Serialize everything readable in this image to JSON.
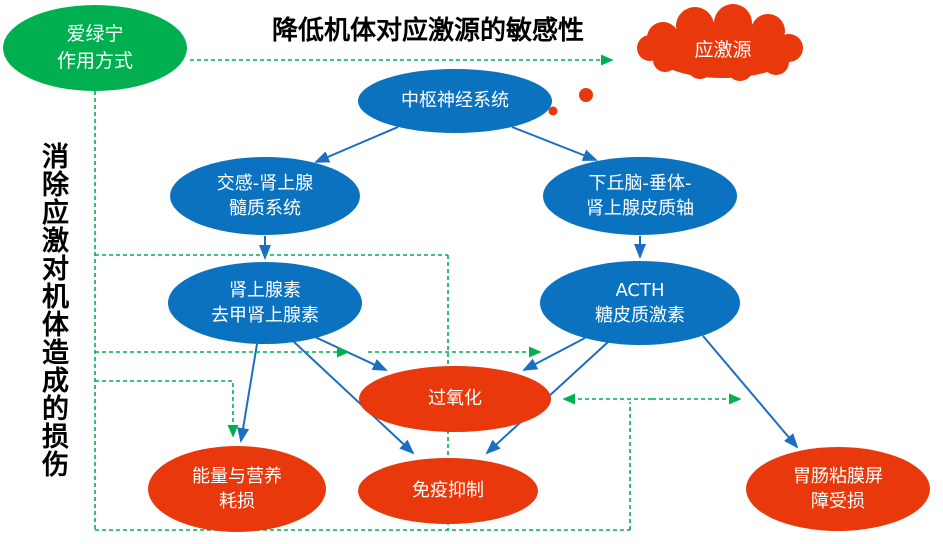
{
  "titles": {
    "top": "降低机体对应激源的敏感性",
    "side": "消除应激对机体造成的损伤"
  },
  "nodes": {
    "product": {
      "lines": [
        "爱绿宁",
        "作用方式"
      ]
    },
    "stressor": {
      "lines": [
        "应激源"
      ]
    },
    "cns": {
      "lines": [
        "中枢神经系统"
      ]
    },
    "sympathetic": {
      "lines": [
        "交感-肾上腺",
        "髓质系统"
      ]
    },
    "hpa": {
      "lines": [
        "下丘脑-垂体-",
        "肾上腺皮质轴"
      ]
    },
    "adrenaline": {
      "lines": [
        "肾上腺素",
        "去甲肾上腺素"
      ]
    },
    "acth": {
      "lines": [
        "ACTH",
        "糖皮质激素"
      ]
    },
    "peroxidation": {
      "lines": [
        "过氧化"
      ]
    },
    "energy": {
      "lines": [
        "能量与营养",
        "耗损"
      ]
    },
    "immune": {
      "lines": [
        "免疫抑制"
      ]
    },
    "gi": {
      "lines": [
        "胃肠粘膜屏",
        "障受损"
      ]
    }
  },
  "colors": {
    "green": "#00B050",
    "blue": "#0B72C0",
    "red": "#E8380C",
    "arrow_blue": "#1B6EC2",
    "arrow_green": "#00B050",
    "node_text": "#FFFFFF",
    "title_text": "#000000"
  }
}
